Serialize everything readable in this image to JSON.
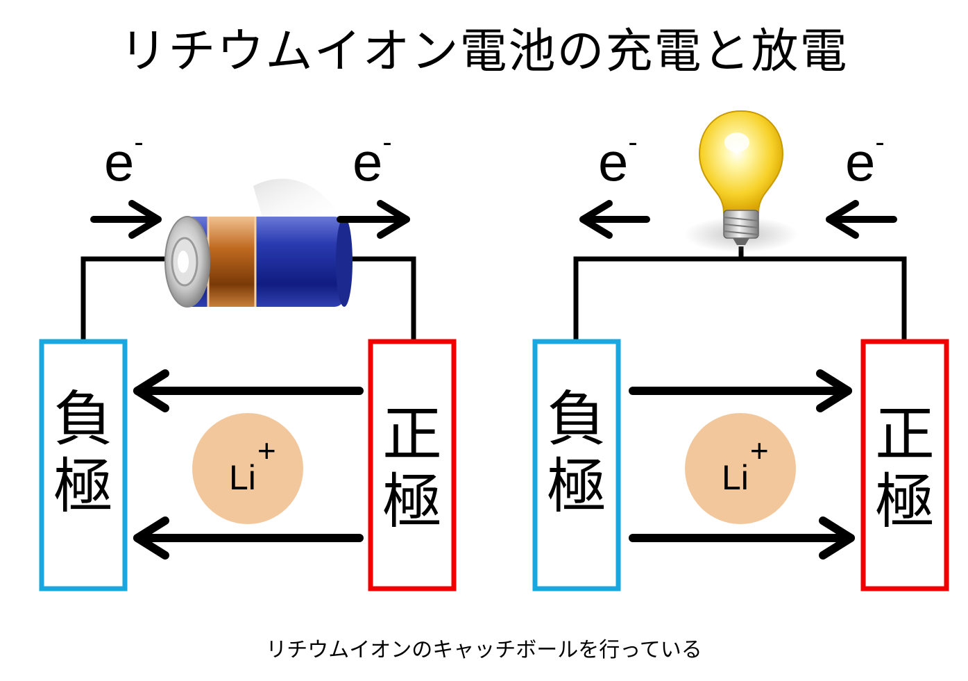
{
  "title": "リチウムイオン電池の充電と放電",
  "caption": "リチウムイオンのキャッチボールを行っている",
  "charge_panel": {
    "electron_left": "e",
    "electron_left_sup": "-",
    "electron_right": "e",
    "electron_right_sup": "-",
    "negative_electrode": [
      "負",
      "極"
    ],
    "positive_electrode": [
      "正",
      "極"
    ],
    "ion": "Li",
    "ion_sup": "+",
    "source_icon": "battery-icon"
  },
  "discharge_panel": {
    "electron_left": "e",
    "electron_left_sup": "-",
    "electron_right": "e",
    "electron_right_sup": "-",
    "negative_electrode": [
      "負",
      "極"
    ],
    "positive_electrode": [
      "正",
      "極"
    ],
    "ion": "Li",
    "ion_sup": "+",
    "load_icon": "light-bulb-icon"
  },
  "colors": {
    "negative_border": "#1aa7e0",
    "positive_border": "#f00000",
    "ion_fill": "#f2c79c",
    "wire": "#000000"
  }
}
